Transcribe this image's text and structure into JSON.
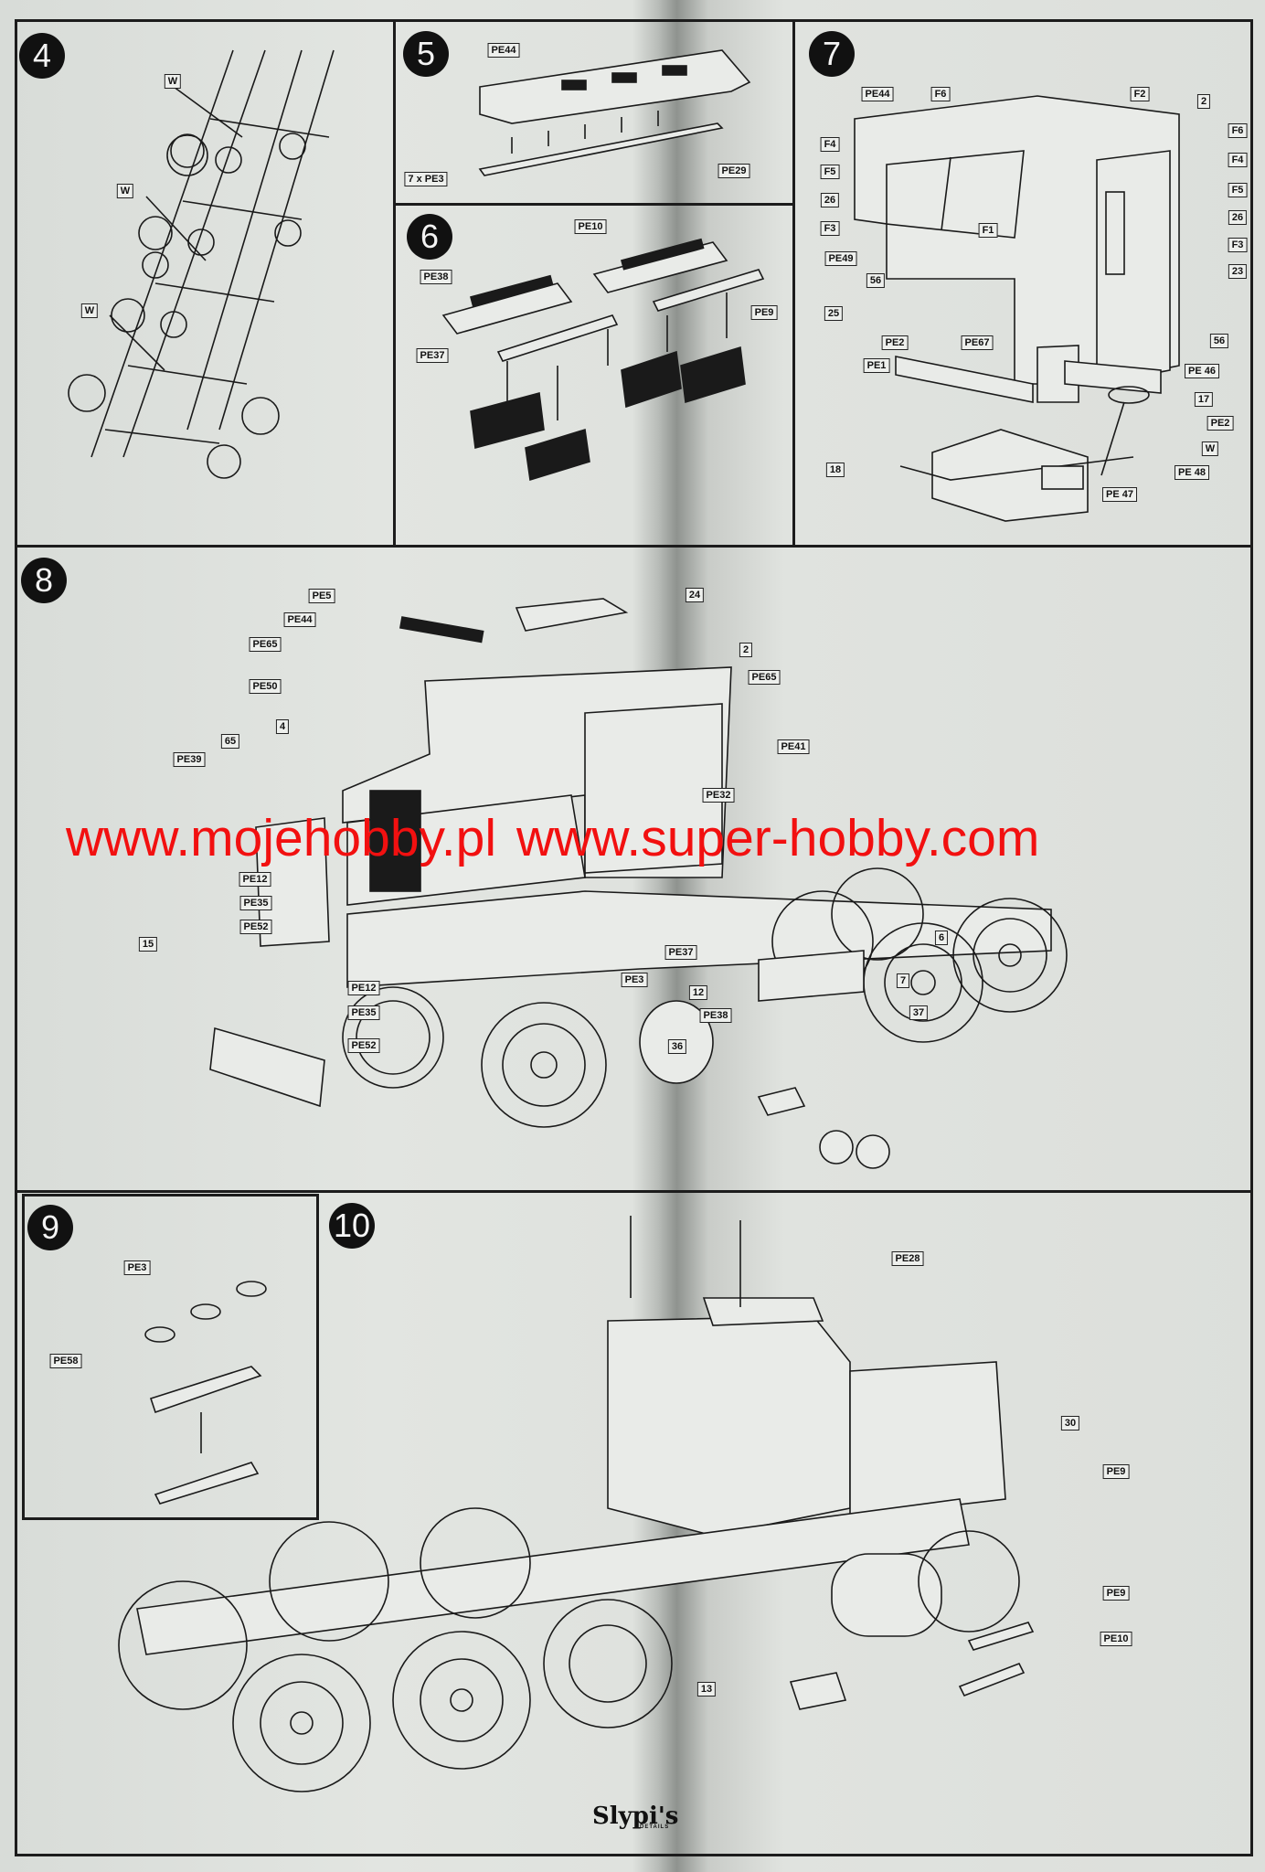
{
  "steps": {
    "s4": {
      "number": "4",
      "labels": [
        "W",
        "W",
        "W"
      ]
    },
    "s5": {
      "number": "5",
      "labels": [
        "PE44",
        "7 x PE3",
        "PE29"
      ]
    },
    "s6": {
      "number": "6",
      "labels": [
        "PE10",
        "PE38",
        "PE9",
        "PE37"
      ]
    },
    "s7": {
      "number": "7",
      "labels": [
        "PE44",
        "F6",
        "F2",
        "2",
        "F4",
        "F6",
        "F4",
        "F5",
        "F5",
        "26",
        "26",
        "F3",
        "F1",
        "F3",
        "PE49",
        "23",
        "56",
        "25",
        "56",
        "PE2",
        "PE67",
        "PE1",
        "PE 46",
        "17",
        "PE2",
        "W",
        "18",
        "PE 48",
        "PE 47"
      ]
    },
    "s8": {
      "number": "8",
      "labels": [
        "PE5",
        "PE44",
        "PE65",
        "PE50",
        "4",
        "65",
        "PE39",
        "PE12",
        "PE35",
        "PE52",
        "15",
        "PE12",
        "PE35",
        "PE52",
        "24",
        "2",
        "PE65",
        "PE41",
        "PE32",
        "6",
        "PE37",
        "PE3",
        "7",
        "12",
        "PE38",
        "37",
        "36"
      ]
    },
    "s9": {
      "number": "9",
      "labels": [
        "PE3",
        "PE58"
      ]
    },
    "s10": {
      "number": "10",
      "labels": [
        "PE28",
        "30",
        "PE9",
        "PE9",
        "PE10",
        "13"
      ]
    }
  },
  "watermark": [
    "www.mojehobby.pl",
    "www.super-hobby.com"
  ],
  "logo": {
    "name": "Slypi's",
    "sub": "DETAILS"
  },
  "colors": {
    "watermark": "#f21010",
    "ink": "#1a1a1a",
    "paper": "#dfe2de"
  }
}
